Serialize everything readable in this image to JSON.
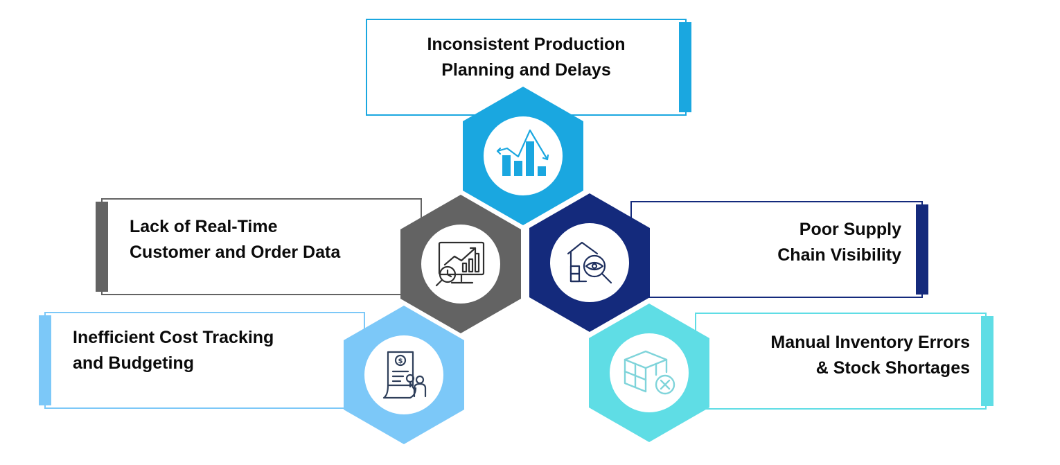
{
  "cards": [
    {
      "id": "production",
      "lines": [
        "Inconsistent Production",
        "Planning and Delays"
      ],
      "color": "#1aa7e0",
      "icon": "bar-chart-trend-icon"
    },
    {
      "id": "customer-data",
      "lines": [
        "Lack of Real-Time",
        "Customer and Order Data"
      ],
      "color": "#636363",
      "icon": "monitor-analytics-icon"
    },
    {
      "id": "supply-chain",
      "lines": [
        "Poor Supply",
        "Chain Visibility"
      ],
      "color": "#142a7c",
      "icon": "warehouse-eye-icon"
    },
    {
      "id": "cost-tracking",
      "lines": [
        "Inefficient Cost Tracking",
        "and Budgeting"
      ],
      "color": "#7cc8f8",
      "icon": "invoice-person-icon"
    },
    {
      "id": "inventory",
      "lines": [
        "Manual Inventory Errors",
        "& Stock Shortages"
      ],
      "color": "#5fdde5",
      "icon": "boxes-error-icon"
    }
  ]
}
